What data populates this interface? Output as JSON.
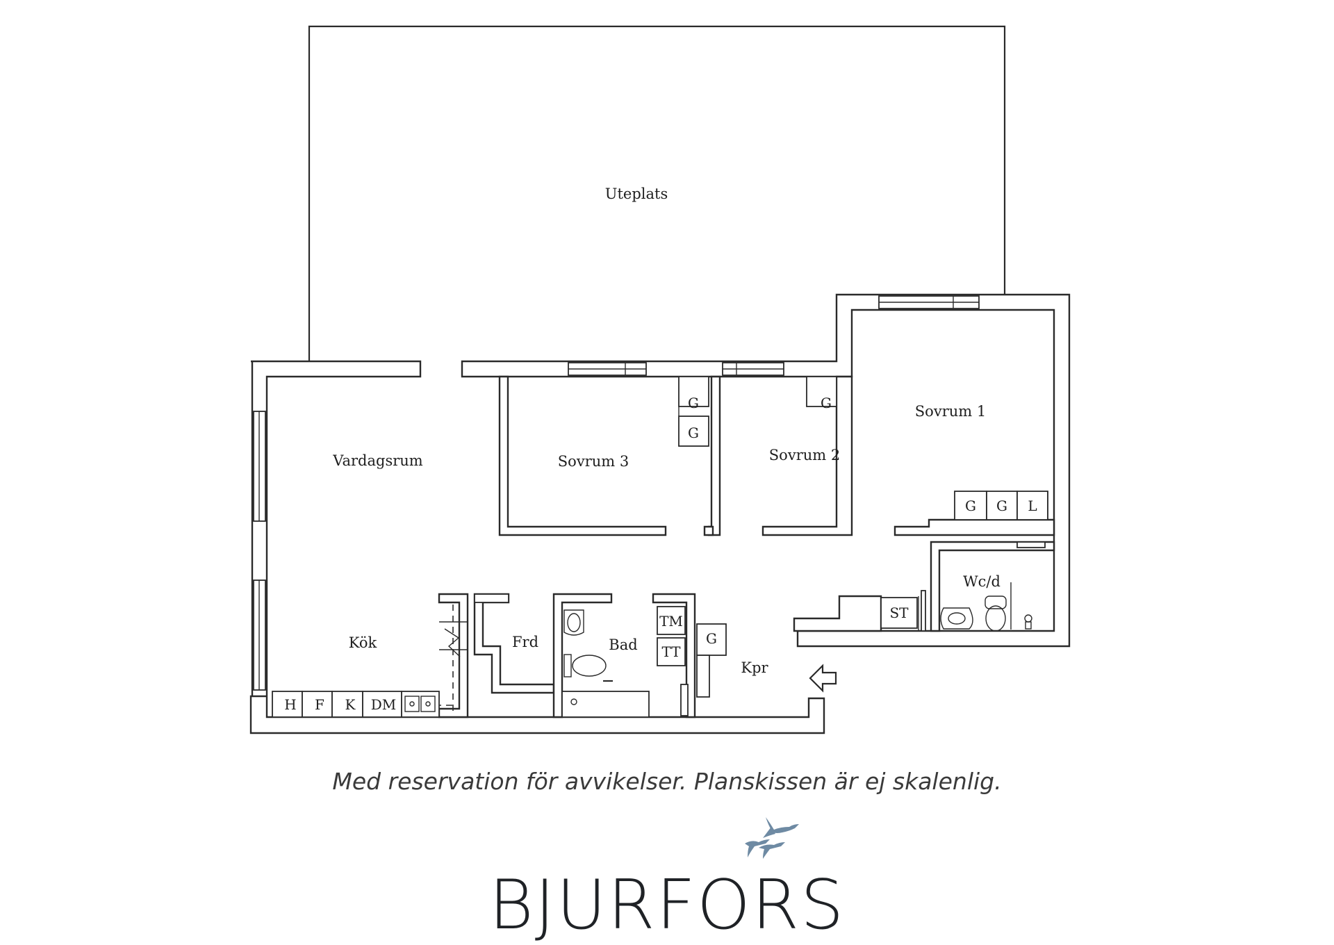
{
  "rooms": {
    "uteplats": "Uteplats",
    "vardagsrum": "Vardagsrum",
    "sovrum3": "Sovrum 3",
    "sovrum2": "Sovrum 2",
    "sovrum1": "Sovrum 1",
    "kok": "Kök",
    "frd": "Frd",
    "bad": "Bad",
    "kpr": "Kpr",
    "wcd": "Wc/d"
  },
  "fixtures": {
    "g": "G",
    "l": "L",
    "st": "ST",
    "tm": "TM",
    "tt": "TT",
    "h": "H",
    "f": "F",
    "k": "K",
    "dm": "DM"
  },
  "disclaimer": "Med reservation för avvikelser. Planskissen är ej skalenlig.",
  "brand": {
    "name": "BJURFORS",
    "logo_icon": "birds-icon",
    "logo_color": "#6e8aa3"
  },
  "colors": {
    "wall": "#2a2a2a",
    "background": "#ffffff"
  }
}
